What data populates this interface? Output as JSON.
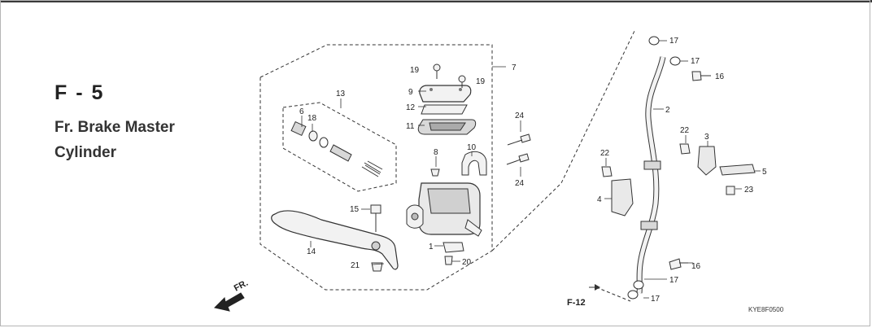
{
  "page": {
    "section_code": "F - 5",
    "title_line1": "Fr. Brake Master",
    "title_line2": "Cylinder",
    "figure_code": "KYE8F0500",
    "ref_label": "F-12",
    "direction_label": "FR."
  },
  "callouts": {
    "p1": "1",
    "p2": "2",
    "p3": "3",
    "p4": "4",
    "p5": "5",
    "p6": "6",
    "p7": "7",
    "p8": "8",
    "p9": "9",
    "p10": "10",
    "p11": "11",
    "p12": "12",
    "p13": "13",
    "p14": "14",
    "p15": "15",
    "p16a": "16",
    "p16b": "16",
    "p17a": "17",
    "p17b": "17",
    "p17c": "17",
    "p17d": "17",
    "p18": "18",
    "p19a": "19",
    "p19b": "19",
    "p20": "20",
    "p21": "21",
    "p22a": "22",
    "p22b": "22",
    "p23": "23",
    "p24a": "24",
    "p24b": "24"
  },
  "colors": {
    "line": "#333333",
    "fill_light": "#f2f2f2",
    "fill_mid": "#cfcfcf",
    "frame": "#b5b5b5"
  }
}
